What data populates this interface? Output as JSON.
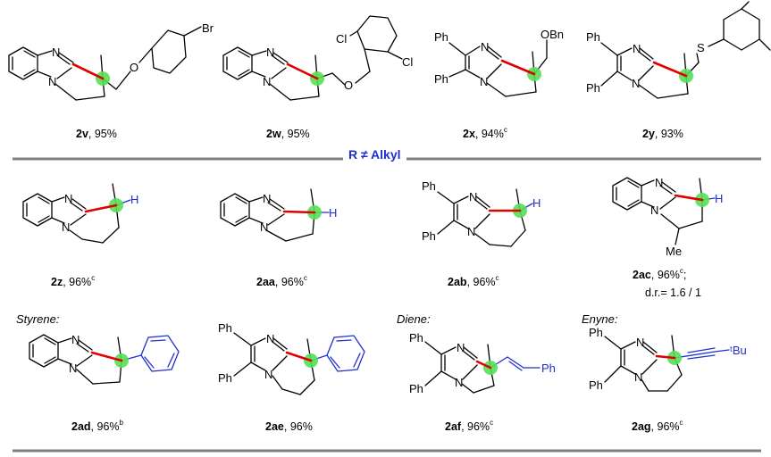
{
  "header": {
    "title": "R ≠ Alkyl"
  },
  "categories": {
    "styrene": "Styrene:",
    "diene": "Diene:",
    "enyne": "Enyne:"
  },
  "atoms": {
    "n": "N",
    "ph": "Ph",
    "br": "Br",
    "cl": "Cl",
    "o": "O",
    "obn": "OBn",
    "s": "S",
    "h": "H",
    "me": "Me",
    "tbu": "ᵗBu"
  },
  "compounds": [
    {
      "id": "2v",
      "yield": "95%",
      "note": ""
    },
    {
      "id": "2w",
      "yield": "95%",
      "note": ""
    },
    {
      "id": "2x",
      "yield": "94%",
      "note": "c"
    },
    {
      "id": "2y",
      "yield": "93%",
      "note": ""
    },
    {
      "id": "2z",
      "yield": "96%",
      "note": "c"
    },
    {
      "id": "2aa",
      "yield": "96%",
      "note": "c"
    },
    {
      "id": "2ab",
      "yield": "96%",
      "note": "c"
    },
    {
      "id": "2ac",
      "yield": "96%",
      "note": "c",
      "extra": "d.r.= 1.6 / 1"
    },
    {
      "id": "2ad",
      "yield": "96%",
      "note": "b"
    },
    {
      "id": "2ae",
      "yield": "96%",
      "note": ""
    },
    {
      "id": "2af",
      "yield": "96%",
      "note": "c"
    },
    {
      "id": "2ag",
      "yield": "96%",
      "note": "c"
    }
  ],
  "colors": {
    "accent_blue": "#1f2fd0",
    "bond_red": "#e00000",
    "center_green": "#55e055",
    "rule_gray": "#808080"
  }
}
